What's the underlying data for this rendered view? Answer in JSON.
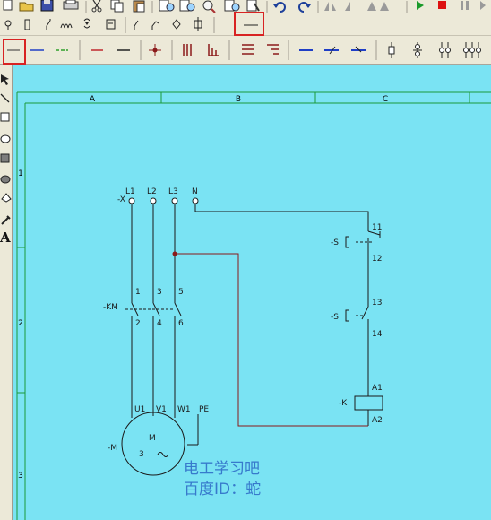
{
  "toolbars": {
    "top_row_icons": [
      "new-icon",
      "open-icon",
      "save-icon",
      "print-icon",
      "cut-icon",
      "copy-icon",
      "paste-icon",
      "zoom-in-icon",
      "zoom-out-icon",
      "zoom-fit-icon",
      "zoom-window-icon",
      "zoom-back-icon",
      "undo-icon",
      "redo-icon",
      "mirror-icon",
      "rotate-icon",
      "step-icon",
      "run-icon",
      "stop-icon",
      "pause-icon"
    ],
    "symbol_row_icons": [
      "pin-icon",
      "fuse-icon",
      "switch-icon",
      "coil-icon",
      "diode-icon",
      "lamp-icon",
      "contact-no-icon",
      "contact-nc-icon",
      "valve-icon",
      "junction-icon",
      "line-tool-icon"
    ],
    "line_row_icons": [
      "line-red-icon",
      "line-blue-icon",
      "line-dashed-green-icon",
      "line-red-short-icon",
      "line-dark-icon",
      "node-icon",
      "bus-3-icon",
      "bus-3-branch-icon",
      "align-center-icon",
      "align-right-icon",
      "wire-blue-icon",
      "wire-crossed-icon",
      "wire-diagonal-icon",
      "terminal-1-icon",
      "terminal-2-icon",
      "terminal-3-icon",
      "terminal-4-icon"
    ],
    "tool_icons": [
      "pointer-icon",
      "draw-line-icon",
      "rectangle-icon",
      "ellipse-icon",
      "fill-rect-icon",
      "fill-ellipse-icon",
      "fill-bucket-icon",
      "eyedropper-icon",
      "text-tool-icon"
    ],
    "text_tool_glyph": "A",
    "highlight_color": "#d82323"
  },
  "sheet": {
    "columns": [
      "A",
      "B",
      "C"
    ],
    "rows": [
      "1",
      "2",
      "3"
    ],
    "background": "#7ae3f3",
    "frame_color": "#1a9a3a"
  },
  "diagram": {
    "terminal_ref": "-X",
    "terminals": [
      "L1",
      "L2",
      "L3",
      "N"
    ],
    "contactor_ref": "-KM",
    "contactor_in": [
      "1",
      "3",
      "5"
    ],
    "contactor_out": [
      "2",
      "4",
      "6"
    ],
    "motor_terminals": [
      "U1",
      "V1",
      "W1",
      "PE"
    ],
    "motor_ref": "-M",
    "motor_letter": "M",
    "motor_phases": "3",
    "motor_ac": "~",
    "stop_button_ref": "-S",
    "stop_button_pins": [
      "11",
      "12"
    ],
    "start_button_ref": "-S",
    "start_button_pins": [
      "13",
      "14"
    ],
    "coil_ref": "-K",
    "coil_pins": [
      "A1",
      "A2"
    ],
    "wire_color": "#1a1a1a",
    "control_wire_color": "#8b1a1a"
  },
  "watermark": {
    "line1": "电工学习吧",
    "line2": "百度ID：蛇",
    "color": "#2c68c6"
  }
}
